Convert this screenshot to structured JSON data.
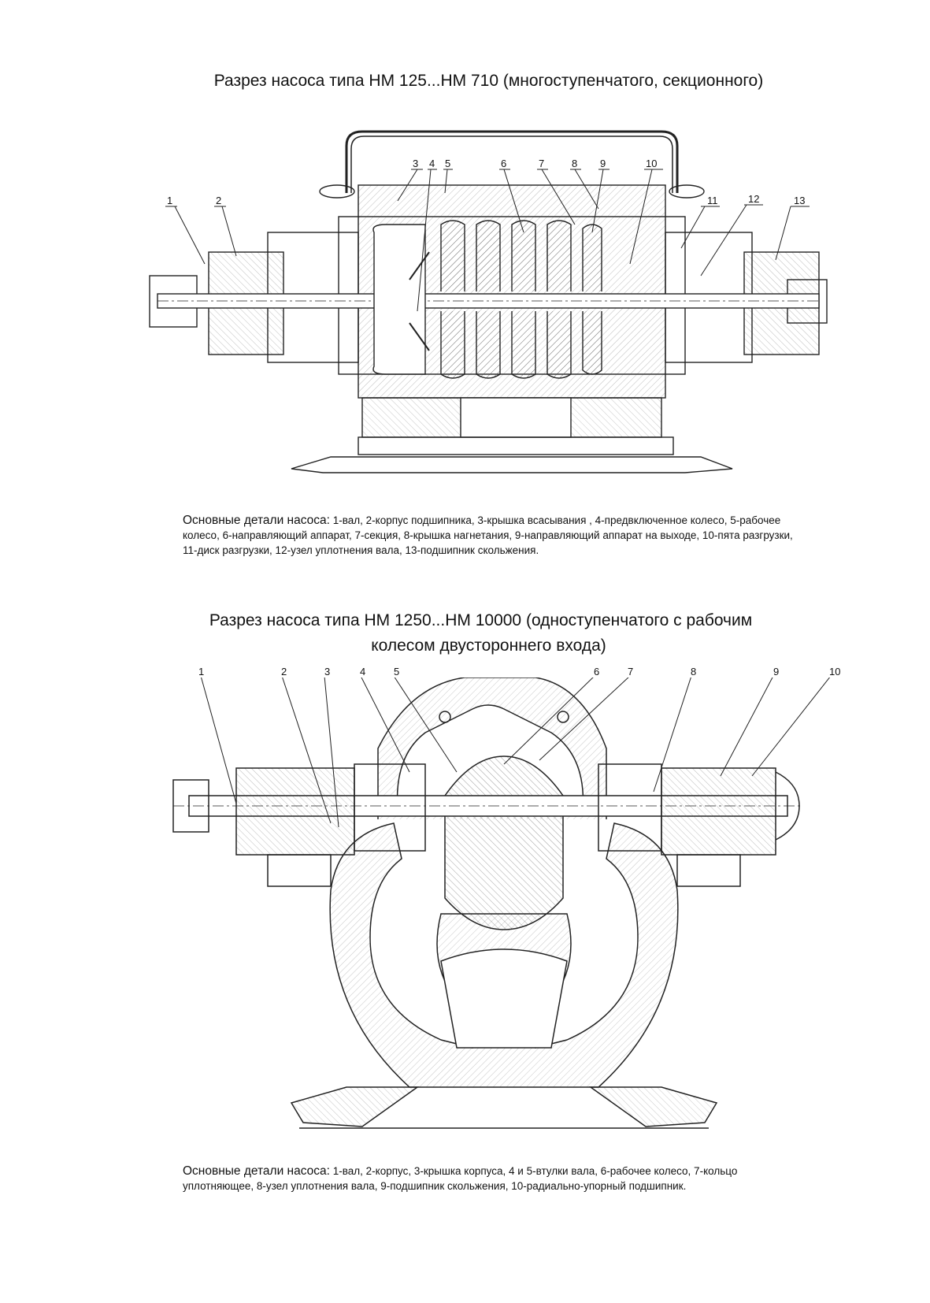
{
  "pump1": {
    "title": "Разрез насоса типа НМ 125...НМ 710 (многоступенчатого, секционного)",
    "labels": [
      "1",
      "2",
      "3",
      "4",
      "5",
      "6",
      "7",
      "8",
      "9",
      "10",
      "11",
      "12",
      "13"
    ],
    "caption_lead": "Основные детали насоса:",
    "caption_text": " 1-вал, 2-корпус подшипника, 3-крышка всасывания , 4-предвключенное колесо, 5-рабочее колесо, 6-направляющий аппарат, 7-секция, 8-крышка нагнетания, 9-направляющий аппарат на выходе, 10-пята разгрузки, 11-диск разгрузки, 12-узел уплотнения вала, 13-подшипник скольжения."
  },
  "pump2": {
    "title_line1": "Разрез насоса типа НМ 1250...НМ 10000 (одноступенчатого с рабочим",
    "title_line2": "колесом двустороннего входа)",
    "labels": [
      "1",
      "2",
      "3",
      "4",
      "5",
      "6",
      "7",
      "8",
      "9",
      "10"
    ],
    "caption_lead": "Основные детали насоса:",
    "caption_text": " 1-вал, 2-корпус, 3-крышка корпуса, 4 и 5-втулки вала, 6-рабочее колесо, 7-кольцо уплотняющее, 8-узел уплотнения вала, 9-подшипник скольжения, 10-радиально-упорный подшипник."
  }
}
